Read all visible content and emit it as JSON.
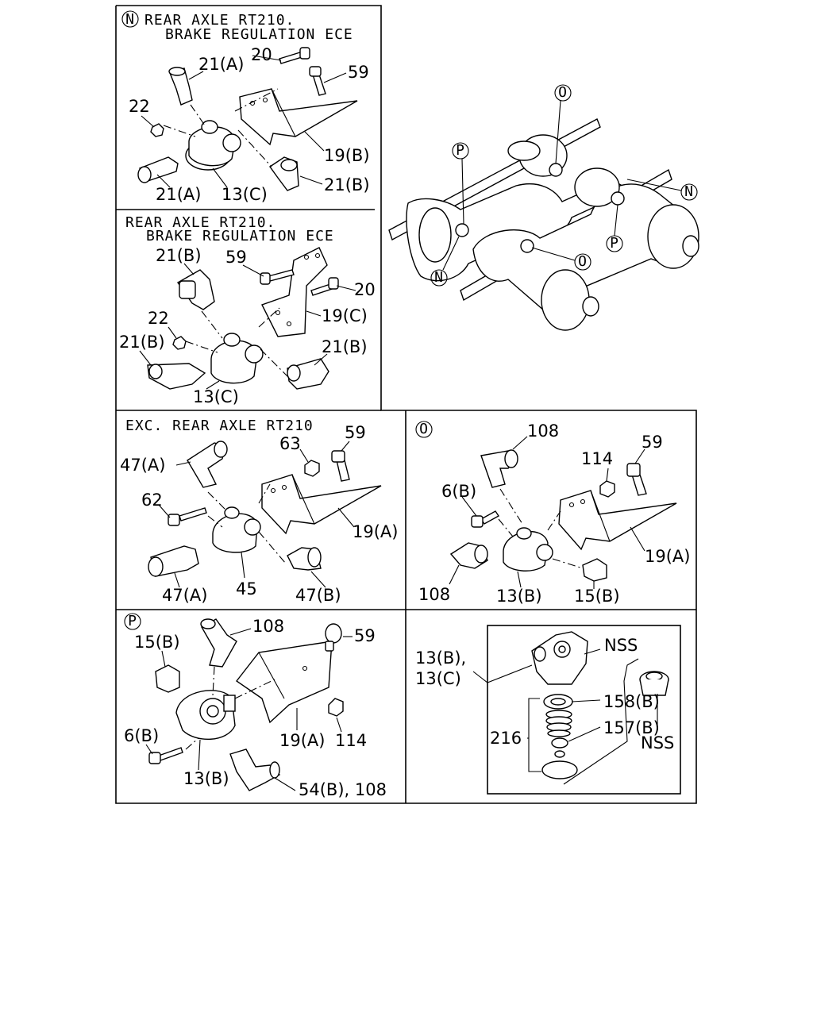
{
  "panels": {
    "n": {
      "marker": "N",
      "title_line1": "REAR AXLE RT210.",
      "title_line2": "BRAKE REGULATION ECE",
      "callouts": [
        "20",
        "21(A)",
        "59",
        "22",
        "19(B)",
        "21(A)",
        "13(C)",
        "21(B)"
      ]
    },
    "n2": {
      "title_line1": "REAR AXLE RT210.",
      "title_line2": "BRAKE REGULATION ECE",
      "callouts": [
        "21(B)",
        "59",
        "20",
        "19(C)",
        "22",
        "21(B)",
        "21(B)",
        "13(C)"
      ]
    },
    "overview": {
      "markers": [
        "O",
        "P",
        "N",
        "N",
        "P",
        "O"
      ]
    },
    "exc": {
      "title": "EXC. REAR AXLE RT210",
      "callouts": [
        "63",
        "59",
        "47(A)",
        "62",
        "19(A)",
        "47(A)",
        "45",
        "47(B)"
      ]
    },
    "o": {
      "marker": "O",
      "callouts": [
        "108",
        "59",
        "114",
        "6(B)",
        "19(A)",
        "108",
        "13(B)",
        "15(B)"
      ]
    },
    "p": {
      "marker": "P",
      "callouts": [
        "108",
        "59",
        "15(B)",
        "6(B)",
        "19(A)",
        "114",
        "13(B)",
        "54(B), 108"
      ]
    },
    "nss": {
      "callouts": [
        "13(B),",
        "13(C)",
        "NSS",
        "158(B)",
        "216",
        "157(B)",
        "NSS"
      ]
    }
  }
}
